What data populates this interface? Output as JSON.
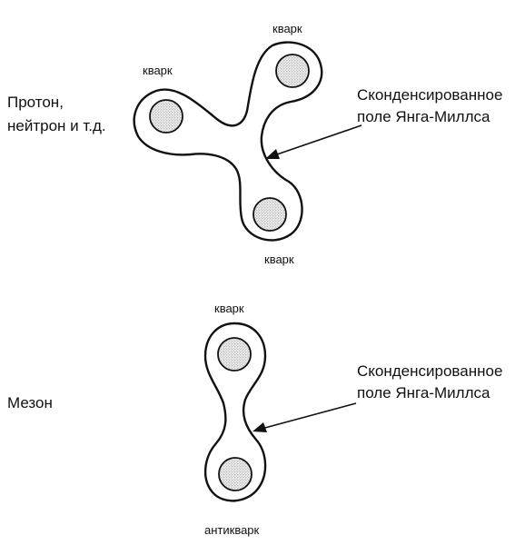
{
  "proton": {
    "label_line1": "Протон,",
    "label_line2": "нейтрон и т.д.",
    "quark_top": "кварк",
    "quark_left": "кварк",
    "quark_bottom": "кварк",
    "field_line1": "Сконденсированное",
    "field_line2": "поле Янга-Миллса"
  },
  "meson": {
    "label": "Мезон",
    "quark_top": "кварк",
    "antiquark_bottom": "антикварк",
    "field_line1": "Сконденсированное",
    "field_line2": "поле Янга-Миллса"
  },
  "colors": {
    "ink": "#111111",
    "background": "#ffffff",
    "quark_fill": "#c8c8c8"
  }
}
